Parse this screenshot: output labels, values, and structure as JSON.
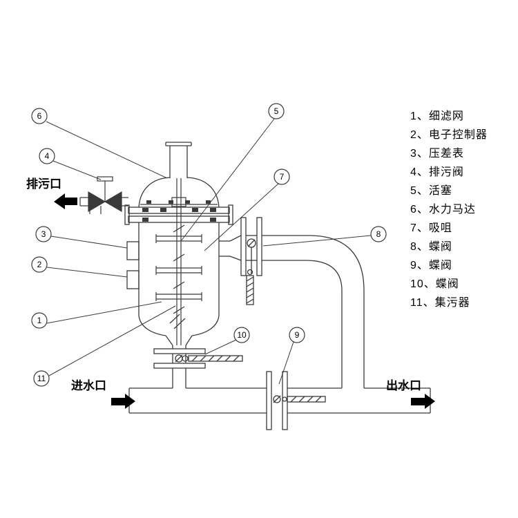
{
  "legend": {
    "items": [
      "1、细滤网",
      "2、电子控制器",
      "3、压差表",
      "4、排污阀",
      "5、活塞",
      "6、水力马达",
      "7、吸咀",
      "8、蝶阀",
      "9、蝶阀",
      "10、蝶阀",
      "11、集污器"
    ]
  },
  "ports": {
    "drain": "排污口",
    "inlet": "进水口",
    "outlet": "出水口"
  },
  "callouts": {
    "c1": "1",
    "c2": "2",
    "c3": "3",
    "c4": "4",
    "c5": "5",
    "c6": "6",
    "c7": "7",
    "c8": "8",
    "c9": "9",
    "c10": "10",
    "c11": "11"
  },
  "colors": {
    "line": "#3a3a3a",
    "text": "#000000",
    "background": "#ffffff"
  }
}
